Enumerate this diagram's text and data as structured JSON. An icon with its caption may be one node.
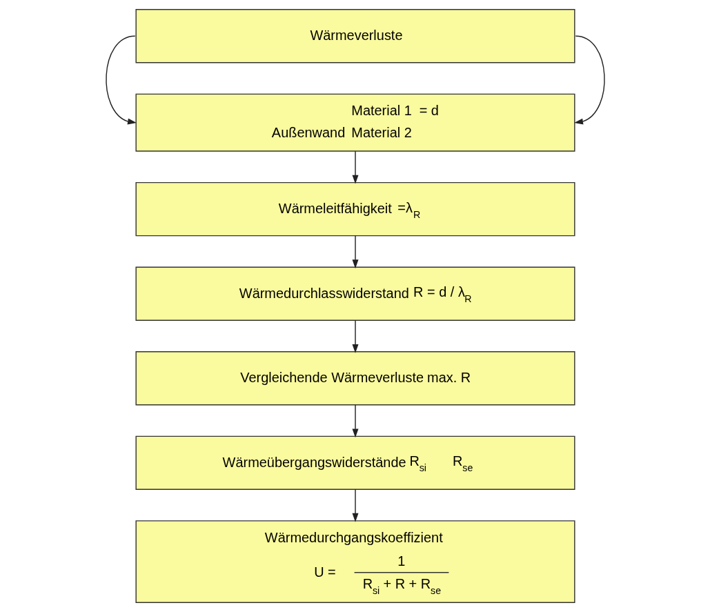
{
  "diagram": {
    "nodes": [
      {
        "text": [
          "Wärmeverluste"
        ]
      },
      {
        "text": [
          "Außenwand",
          "Material 1",
          "Material 2",
          "= d"
        ]
      },
      {
        "text": [
          "Wärmeleitfähigkeit",
          "=λ$_{R}$"
        ]
      },
      {
        "text": [
          "Wärmedurchlasswiderstand",
          "R = d / λ$_{R}$"
        ]
      },
      {
        "text": [
          "Vergleichende Wärmeverluste",
          "max. R"
        ]
      },
      {
        "text": [
          "Wärmeübergangswiderstände",
          "R$_{si}$",
          "R$_{se}$"
        ]
      },
      {
        "text": [
          "Wärmedurchgangskoeffizient",
          "U =",
          "1",
          "R$_{si}$ + R + R$_{se}$"
        ]
      }
    ],
    "edges": [
      {
        "from": 0,
        "to": 1,
        "arrow": "to"
      },
      {
        "from": 0,
        "to": 1,
        "arrow": "to"
      },
      {
        "from": 1,
        "to": 2,
        "arrow": "to"
      },
      {
        "from": 2,
        "to": 3,
        "arrow": "to"
      },
      {
        "from": 3,
        "to": 4,
        "arrow": "to"
      },
      {
        "from": 4,
        "to": 5,
        "arrow": "to"
      },
      {
        "from": 5,
        "to": 6,
        "arrow": "to"
      }
    ]
  }
}
